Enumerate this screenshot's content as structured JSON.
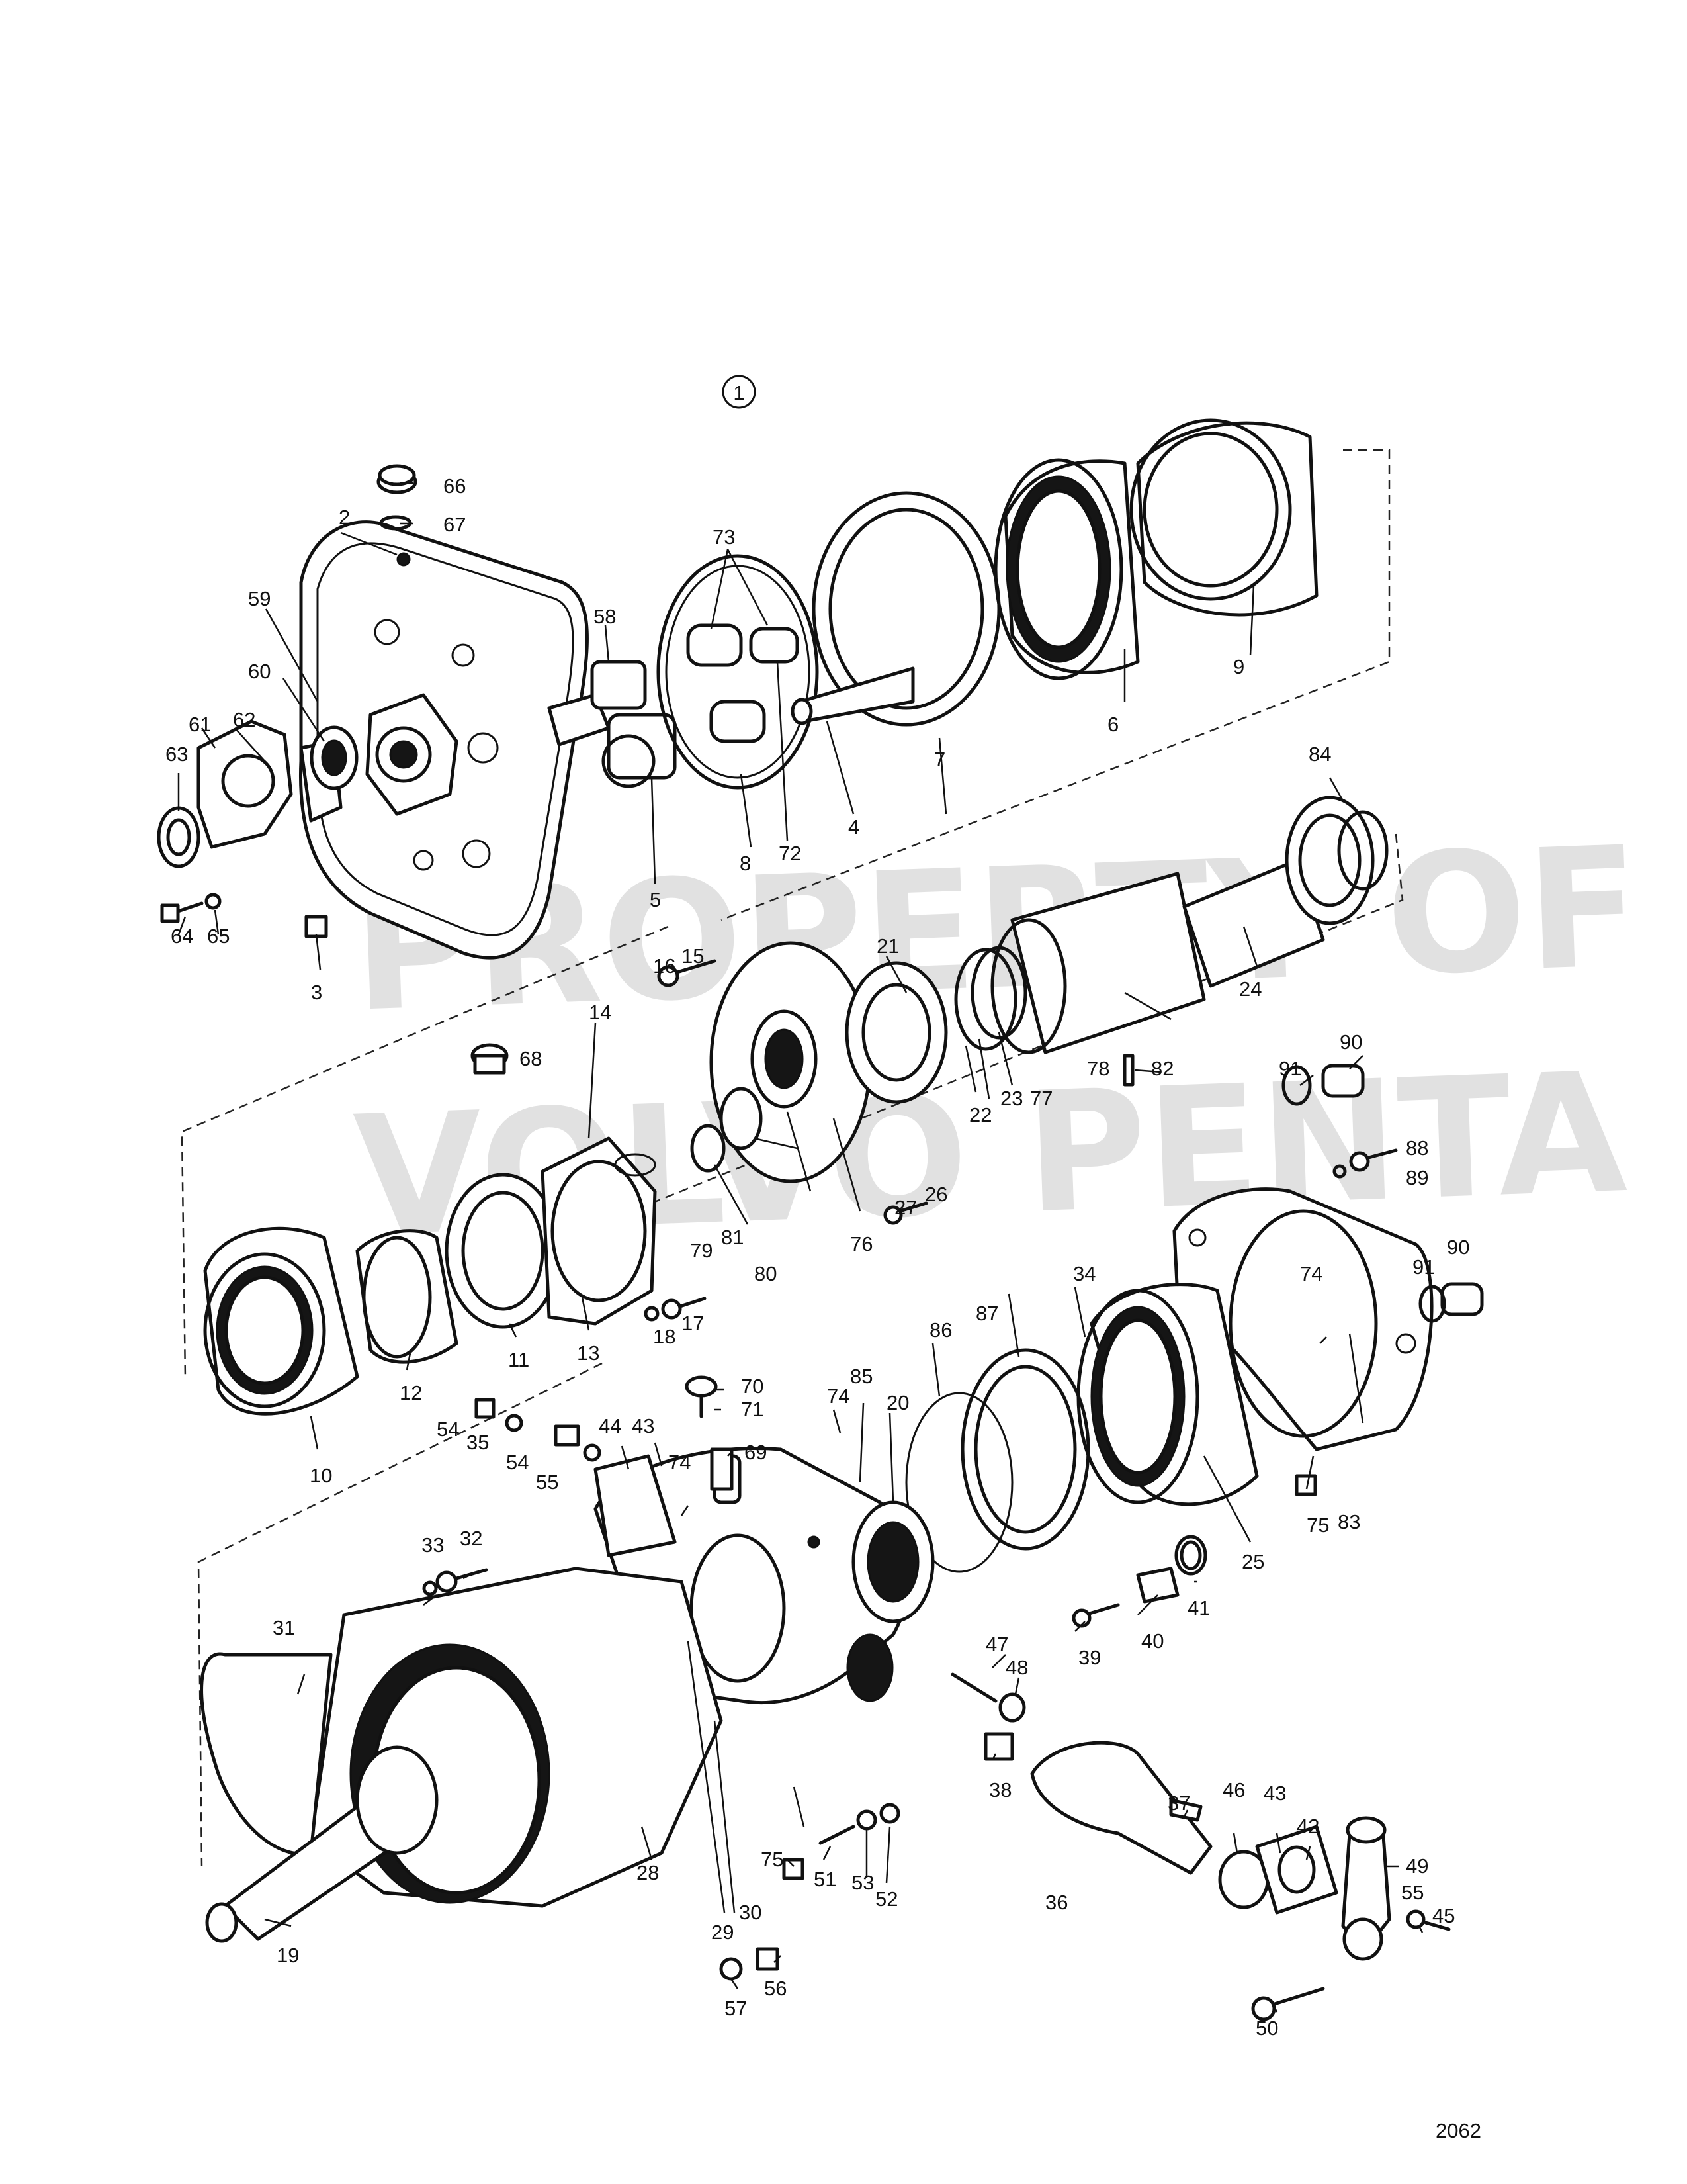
{
  "figure_number": "1",
  "drawing_number": "2062",
  "watermark": [
    "PROPERTY OF",
    "VOLVO PENTA"
  ],
  "part_callouts": [
    "2",
    "3",
    "4",
    "5",
    "6",
    "7",
    "8",
    "9",
    "10",
    "11",
    "12",
    "13",
    "14",
    "15",
    "16",
    "17",
    "18",
    "19",
    "20",
    "21",
    "22",
    "23",
    "24",
    "25",
    "26",
    "27",
    "28",
    "29",
    "30",
    "31",
    "32",
    "33",
    "34",
    "35",
    "36",
    "37",
    "38",
    "39",
    "40",
    "41",
    "42",
    "43",
    "43",
    "44",
    "45",
    "46",
    "47",
    "48",
    "49",
    "50",
    "51",
    "52",
    "53",
    "54",
    "54",
    "55",
    "55",
    "56",
    "57",
    "58",
    "59",
    "60",
    "61",
    "62",
    "63",
    "64",
    "65",
    "66",
    "67",
    "68",
    "69",
    "70",
    "71",
    "72",
    "73",
    "74",
    "74",
    "74",
    "75",
    "75",
    "76",
    "77",
    "78",
    "79",
    "80",
    "81",
    "82",
    "83",
    "84",
    "85",
    "86",
    "87",
    "88",
    "89",
    "90",
    "90",
    "91",
    "91"
  ]
}
